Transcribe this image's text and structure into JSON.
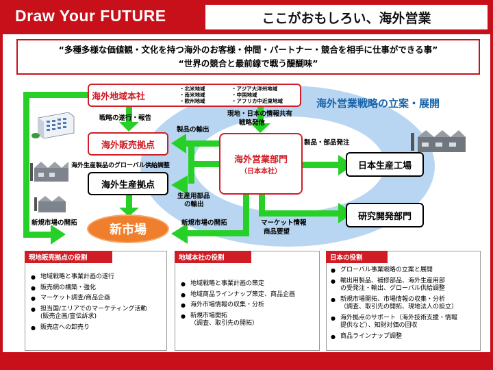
{
  "header": {
    "brand": "Draw Your FUTURE",
    "title": "ここがおもしろい、海外営業"
  },
  "mission": {
    "line1": "“多種多様な価値観・文化を持つ海外のお客様・仲間・パートナー・競合を相手に仕事ができる事”",
    "line2": "“世界の競合と最前線で戦う醍醐味”"
  },
  "hq": {
    "label": "海外地域本社",
    "regions_col1": [
      "・北米地域",
      "・南米地域",
      "・欧州地域"
    ],
    "regions_col2": [
      "・アジア大洋州地域",
      "・中国地域",
      "・アフリカ中近東地域"
    ]
  },
  "strategy_title": "海外営業戦略の立案・展開",
  "nodes": {
    "sales_base": "海外販売拠点",
    "production_base": "海外生産拠点",
    "sales_dept": "海外営業部門",
    "sales_dept_sub": "（日本本社）",
    "japan_factory": "日本生産工場",
    "rnd": "研究開発部門",
    "new_market": "新市場"
  },
  "flow_labels": {
    "strategy_report": "戦略の遂行・報告",
    "product_export": "製品の輸出",
    "info_share_1": "現地・日本の情報共有",
    "info_share_2": "戦略発信",
    "parts_order": "製品・部品発注",
    "global_supply": "海外生産製品のグローバル供給調整",
    "parts_export_1": "生産用部品",
    "parts_export_2": "の輸出",
    "new_market_dev_left": "新規市場の開拓",
    "new_market_dev_mid": "新規市場の開拓",
    "market_info_1": "マーケット情報",
    "market_info_2": "商品要望"
  },
  "panels": [
    {
      "title": "現地販売拠点の役割",
      "items": [
        "地域戦略と事業計画の遂行",
        "販売網の構築・強化",
        "マーケット調査/商品企画",
        "担当国/エリアでのマーケティング活動\n(販売企画/宣伝訴求)",
        "販売店への卸売り"
      ]
    },
    {
      "title": "地域本社の役割",
      "items": [
        "地域戦略と事業計画の策定",
        "地域商品ラインナップ策定、商品企画",
        "海外市場情報の収集・分析",
        "新規市場開拓\n（調査、取引先の開拓）"
      ]
    },
    {
      "title": "日本の役割",
      "items": [
        "グローバル事業戦略の立案と展開",
        "輸出用製品、補修部品、海外生産用部\nの受発注・輸出、グローバル供給調整",
        "新規市場開拓、市場情報の収集・分析\n（調査、取引先の開拓、現地法人の設立）",
        "海外拠点のサポート（海外技術支援・情報\n提供など）、知財対価の回収",
        "商品ラインナップ調整"
      ]
    }
  ],
  "colors": {
    "brand_red": "#c8101a",
    "arrow_green": "#26d026",
    "ellipse_blue": "#b8d6f2",
    "strategy_blue": "#1763a8",
    "market_orange": "#f07f2d"
  },
  "icons": [
    "office-building-icon",
    "factory-icon"
  ]
}
